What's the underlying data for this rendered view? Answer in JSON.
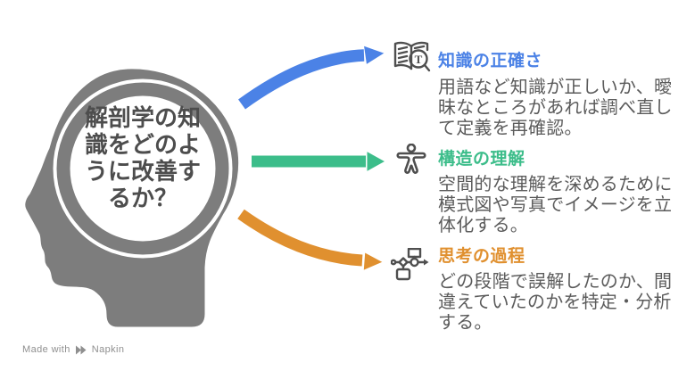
{
  "question": {
    "text": "解剖学の知識をどのように改善するか？"
  },
  "sections": [
    {
      "title": "知識の正確さ",
      "body": "用語など知識が正しいか、曖昧なところがあれば調べ直して定義を再確認。",
      "icon": "book-search-icon",
      "color": "#4B82E6"
    },
    {
      "title": "構造の理解",
      "body": "空間的な理解を深めるために模式図や写真でイメージを立体化する。",
      "icon": "person-icon",
      "color": "#3CBD8A"
    },
    {
      "title": "思考の過程",
      "body": "どの段階で誤解したのか、間違えていたのかを特定・分析する。",
      "icon": "flowchart-icon",
      "color": "#E0902F"
    }
  ],
  "icons": {
    "glossary_letter": "T"
  },
  "footer": {
    "made_with": "Made with",
    "brand": "Napkin"
  },
  "colors": {
    "head_gray": "#7D7D7D",
    "question_text": "#4D4D4D",
    "body_text": "#5B5B5B",
    "accent_blue": "#4B82E6",
    "accent_green": "#3CBD8A",
    "accent_orange": "#E0902F"
  }
}
